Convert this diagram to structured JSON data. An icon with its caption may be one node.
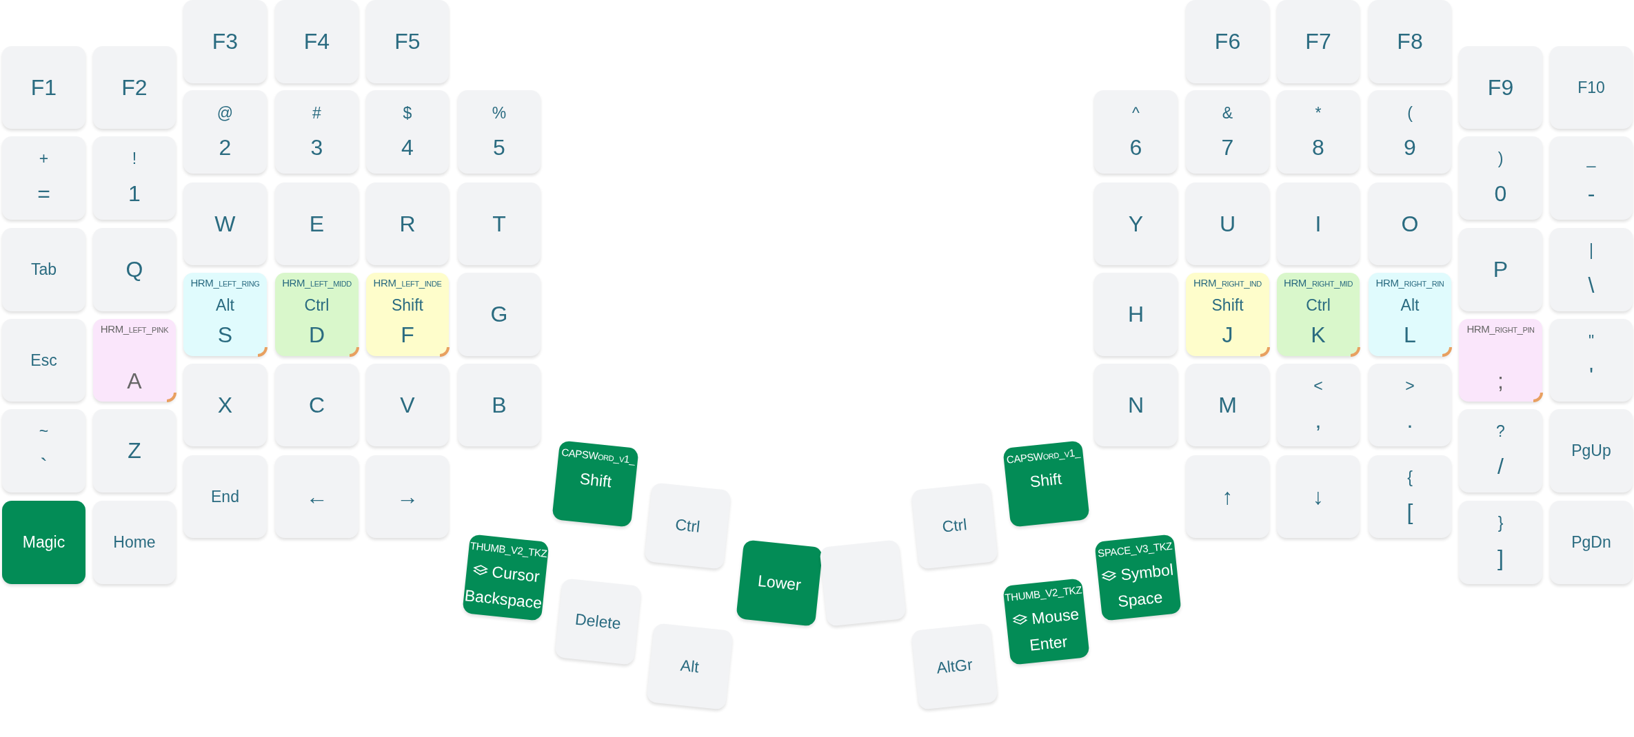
{
  "diagram": {
    "nodes": [
      {
        "text": [
          "F3"
        ]
      },
      {
        "text": [
          "F4"
        ]
      },
      {
        "text": [
          "F5"
        ]
      },
      {
        "text": [
          "F6"
        ]
      },
      {
        "text": [
          "F7"
        ]
      },
      {
        "text": [
          "F8"
        ]
      },
      {
        "text": [
          "F1"
        ]
      },
      {
        "text": [
          "F2"
        ]
      },
      {
        "text": [
          "F9"
        ]
      },
      {
        "text": [
          "F10"
        ]
      },
      {
        "text": [
          "@",
          "2"
        ]
      },
      {
        "text": [
          "#",
          "3"
        ]
      },
      {
        "text": [
          "$",
          "4"
        ]
      },
      {
        "text": [
          "%",
          "5"
        ]
      },
      {
        "text": [
          "^",
          "6"
        ]
      },
      {
        "text": [
          "&",
          "7"
        ]
      },
      {
        "text": [
          "*",
          "8"
        ]
      },
      {
        "text": [
          "(",
          "9"
        ]
      },
      {
        "text": [
          "+",
          "="
        ]
      },
      {
        "text": [
          "!",
          "1"
        ]
      },
      {
        "text": [
          ")",
          "0"
        ]
      },
      {
        "text": [
          "_",
          "-"
        ]
      },
      {
        "text": [
          "W"
        ]
      },
      {
        "text": [
          "E"
        ]
      },
      {
        "text": [
          "R"
        ]
      },
      {
        "text": [
          "T"
        ]
      },
      {
        "text": [
          "Y"
        ]
      },
      {
        "text": [
          "U"
        ]
      },
      {
        "text": [
          "I"
        ]
      },
      {
        "text": [
          "O"
        ]
      },
      {
        "text": [
          "Tab"
        ]
      },
      {
        "text": [
          "Q"
        ]
      },
      {
        "text": [
          "P"
        ]
      },
      {
        "text": [
          "|",
          "\\"
        ]
      },
      {
        "text": [
          "HRM_left_ring",
          "Alt",
          "S"
        ]
      },
      {
        "text": [
          "HRM_left_midd",
          "Ctrl",
          "D"
        ]
      },
      {
        "text": [
          "HRM_left_inde",
          "Shift",
          "F"
        ]
      },
      {
        "text": [
          "G"
        ]
      },
      {
        "text": [
          "H"
        ]
      },
      {
        "text": [
          "HRM_right_ind",
          "Shift",
          "J"
        ]
      },
      {
        "text": [
          "HRM_right_mid",
          "Ctrl",
          "K"
        ]
      },
      {
        "text": [
          "HRM_right_rin",
          "Alt",
          "L"
        ]
      },
      {
        "text": [
          "Esc"
        ]
      },
      {
        "text": [
          "HRM_left_pink",
          "A"
        ]
      },
      {
        "text": [
          "HRM_right_pin",
          ";"
        ]
      },
      {
        "text": [
          "\"",
          "'"
        ]
      },
      {
        "text": [
          "X"
        ]
      },
      {
        "text": [
          "C"
        ]
      },
      {
        "text": [
          "V"
        ]
      },
      {
        "text": [
          "B"
        ]
      },
      {
        "text": [
          "N"
        ]
      },
      {
        "text": [
          "M"
        ]
      },
      {
        "text": [
          "<",
          ","
        ]
      },
      {
        "text": [
          ">",
          "."
        ]
      },
      {
        "text": [
          "~",
          "`"
        ]
      },
      {
        "text": [
          "Z"
        ]
      },
      {
        "text": [
          "?",
          "/"
        ]
      },
      {
        "text": [
          "PgUp"
        ]
      },
      {
        "text": [
          "End"
        ]
      },
      {
        "text": [
          "←"
        ]
      },
      {
        "text": [
          "→"
        ]
      },
      {
        "text": [
          "↑"
        ]
      },
      {
        "text": [
          "↓"
        ]
      },
      {
        "text": [
          "{",
          "["
        ]
      },
      {
        "text": [
          "Magic"
        ]
      },
      {
        "text": [
          "Home"
        ]
      },
      {
        "text": [
          "}",
          "]"
        ]
      },
      {
        "text": [
          "PgDn"
        ]
      },
      {
        "text": [
          "CAPSWord_v1_",
          "Shift"
        ]
      },
      {
        "text": [
          "Ctrl"
        ]
      },
      {
        "text": [
          "THUMB_V2_TKZ",
          "Cursor",
          "Backspace"
        ]
      },
      {
        "text": [
          "Lower"
        ]
      },
      {
        "text": [
          "Delete"
        ]
      },
      {
        "text": [
          "Alt"
        ]
      },
      {
        "text": [],
        "shape": "box"
      },
      {
        "text": [
          "Ctrl"
        ]
      },
      {
        "text": [
          "CAPSWord_v1_",
          "Shift"
        ]
      },
      {
        "text": [
          "THUMB_V2_TKZ",
          "Mouse",
          "Enter"
        ]
      },
      {
        "text": [
          "SPACE_V3_TKZ",
          "Symbol",
          "Space"
        ]
      },
      {
        "text": [
          "AltGr"
        ]
      }
    ]
  }
}
